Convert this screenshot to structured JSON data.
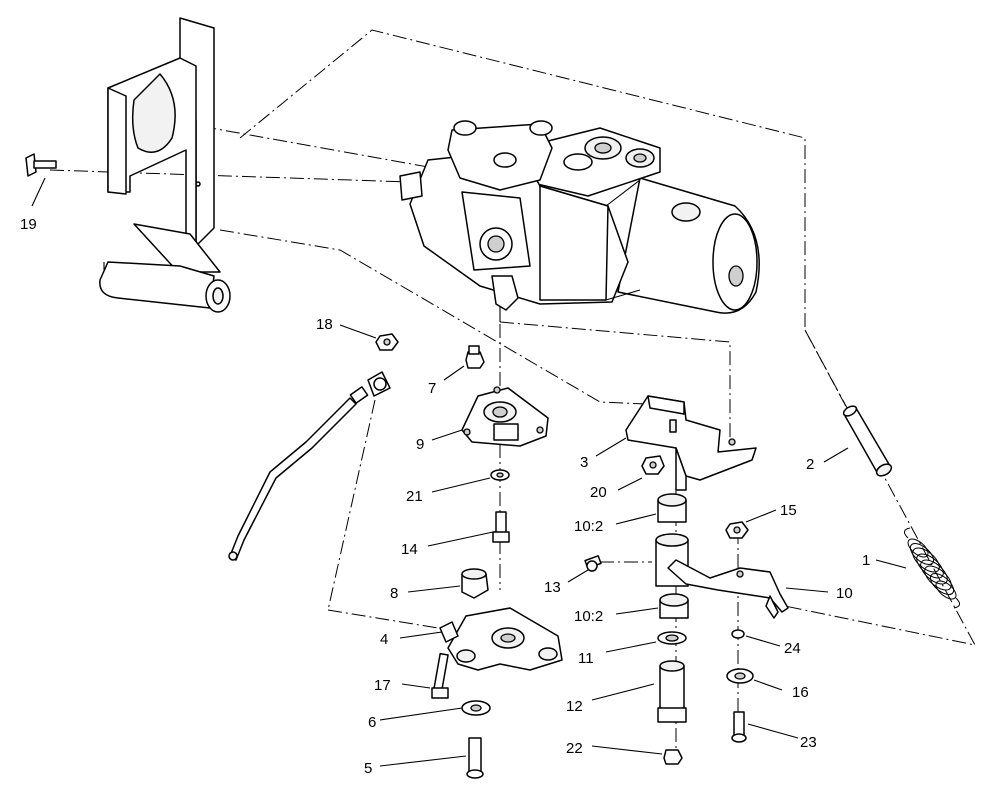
{
  "callouts": [
    {
      "id": "c1",
      "text": "1"
    },
    {
      "id": "c2",
      "text": "2"
    },
    {
      "id": "c3",
      "text": "3"
    },
    {
      "id": "c4",
      "text": "4"
    },
    {
      "id": "c5",
      "text": "5"
    },
    {
      "id": "c6",
      "text": "6"
    },
    {
      "id": "c7",
      "text": "7"
    },
    {
      "id": "c8",
      "text": "8"
    },
    {
      "id": "c9",
      "text": "9"
    },
    {
      "id": "c10",
      "text": "10"
    },
    {
      "id": "c10a",
      "text": "10:2"
    },
    {
      "id": "c10b",
      "text": "10:2"
    },
    {
      "id": "c11",
      "text": "11"
    },
    {
      "id": "c12",
      "text": "12"
    },
    {
      "id": "c13",
      "text": "13"
    },
    {
      "id": "c14",
      "text": "14"
    },
    {
      "id": "c15",
      "text": "15"
    },
    {
      "id": "c16",
      "text": "16"
    },
    {
      "id": "c17",
      "text": "17"
    },
    {
      "id": "c18",
      "text": "18"
    },
    {
      "id": "c19",
      "text": "19"
    },
    {
      "id": "c20",
      "text": "20"
    },
    {
      "id": "c21",
      "text": "21"
    },
    {
      "id": "c22",
      "text": "22"
    },
    {
      "id": "c23",
      "text": "23"
    },
    {
      "id": "c24",
      "text": "24"
    }
  ]
}
